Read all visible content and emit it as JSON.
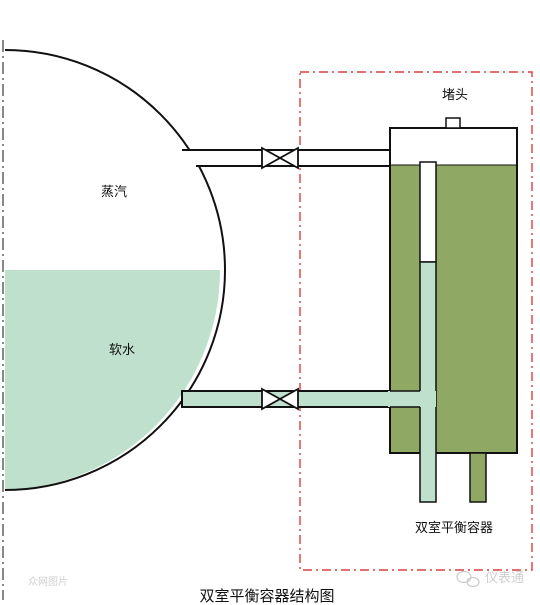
{
  "labels": {
    "steam": "蒸汽",
    "soft_water": "软水",
    "plug": "堵头",
    "chamber_name": "双室平衡容器",
    "caption": "双室平衡容器结构图"
  },
  "watermark": {
    "left": "众网图片",
    "right": "仪表通"
  },
  "colors": {
    "water": "#bfe0cc",
    "chamber_fill": "#8fa864",
    "line": "#111111",
    "frame": "#d84040"
  }
}
